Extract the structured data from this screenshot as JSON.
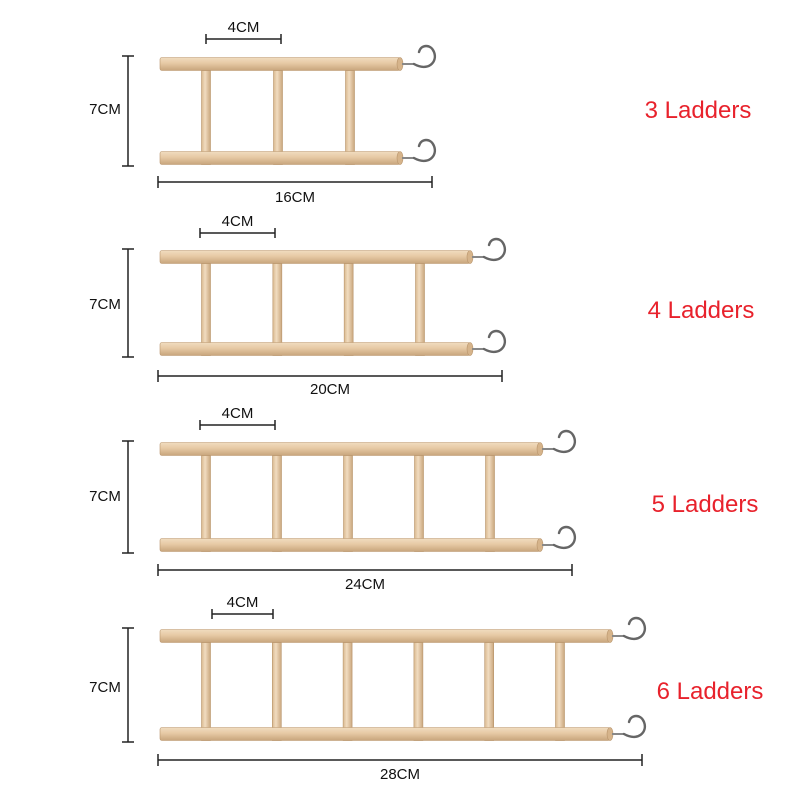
{
  "accent_color": "#e8222c",
  "wood_color": "#e6c9a4",
  "items": [
    {
      "name": "3 Ladders",
      "rungs": 3,
      "length": "16CM",
      "height": "7CM",
      "spacing": "4CM"
    },
    {
      "name": "4 Ladders",
      "rungs": 4,
      "length": "20CM",
      "height": "7CM",
      "spacing": "4CM"
    },
    {
      "name": "5 Ladders",
      "rungs": 5,
      "length": "24CM",
      "height": "7CM",
      "spacing": "4CM"
    },
    {
      "name": "6 Ladders",
      "rungs": 6,
      "length": "28CM",
      "height": "7CM",
      "spacing": "4CM"
    }
  ]
}
